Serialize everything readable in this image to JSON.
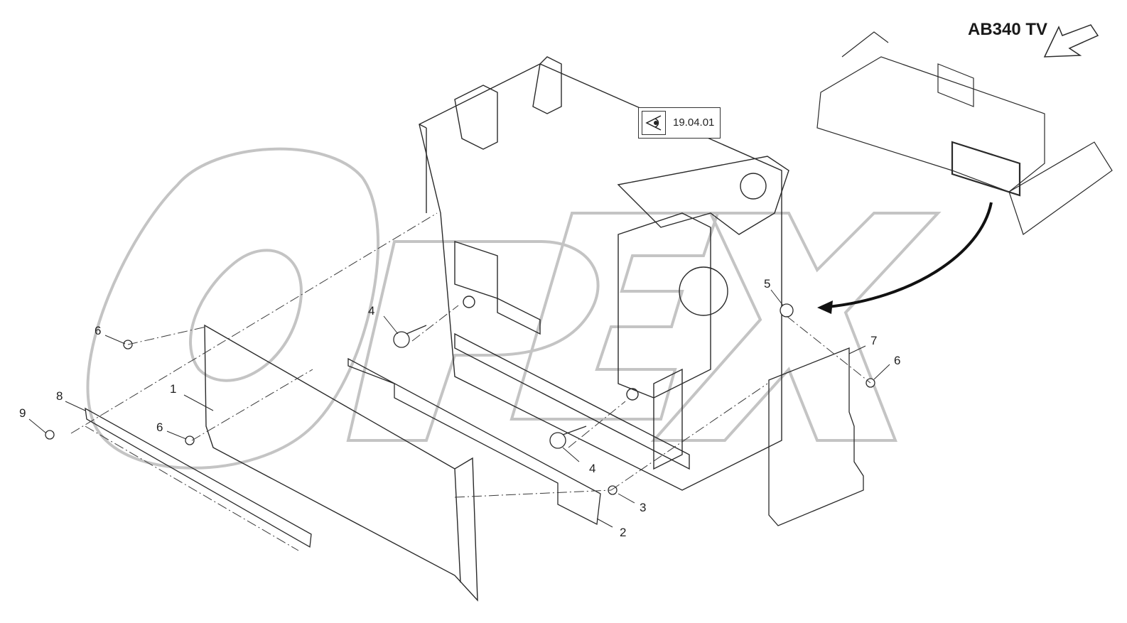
{
  "title": "AB340 TV",
  "reference": {
    "label": "19.04.01",
    "icon": "eye-view-icon"
  },
  "watermark": "OPEX",
  "callouts": [
    {
      "id": "c1",
      "label": "1"
    },
    {
      "id": "c2",
      "label": "2"
    },
    {
      "id": "c3",
      "label": "3"
    },
    {
      "id": "c4a",
      "label": "4"
    },
    {
      "id": "c4b",
      "label": "4"
    },
    {
      "id": "c5",
      "label": "5"
    },
    {
      "id": "c6a",
      "label": "6"
    },
    {
      "id": "c6b",
      "label": "6"
    },
    {
      "id": "c6c",
      "label": "6"
    },
    {
      "id": "c7",
      "label": "7"
    },
    {
      "id": "c8",
      "label": "8"
    },
    {
      "id": "c9",
      "label": "9"
    }
  ],
  "colors": {
    "line": "#2a2a2a",
    "watermark": "#bdbdbd",
    "arrow": "#111111"
  }
}
